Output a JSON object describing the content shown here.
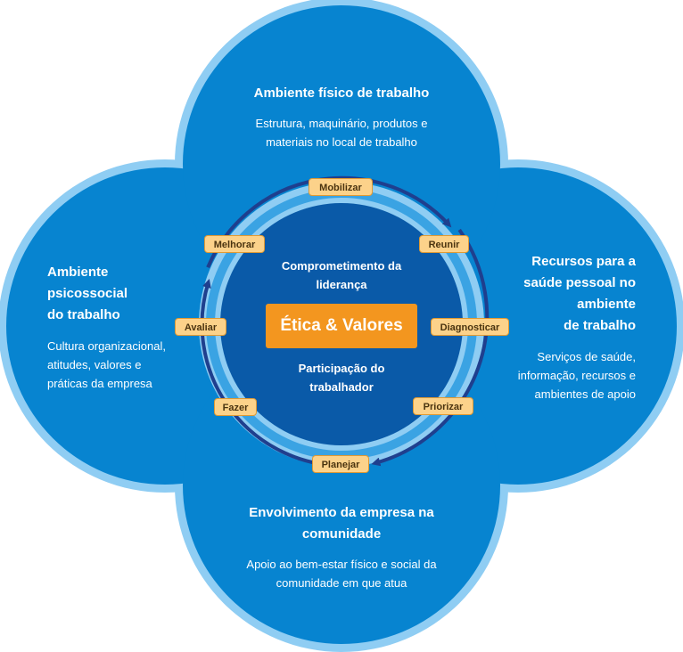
{
  "petals": {
    "top": {
      "title": "Ambiente físico de trabalho",
      "desc_lines": [
        "Estrutura, maquinário, produtos e",
        "materiais no local de trabalho"
      ]
    },
    "left": {
      "title_lines": [
        "Ambiente",
        "psicossocial",
        "do trabalho"
      ],
      "desc_lines": [
        "Cultura organizacional,",
        "atitudes, valores e",
        "práticas da empresa"
      ]
    },
    "right": {
      "title_lines": [
        "Recursos para a",
        "saúde pessoal no",
        "ambiente",
        "de trabalho"
      ],
      "desc_lines": [
        "Serviços de saúde,",
        "informação, recursos e",
        "ambientes de apoio"
      ]
    },
    "bottom": {
      "title_lines": [
        "Envolvimento da empresa na",
        "comunidade"
      ],
      "desc_lines": [
        "Apoio ao bem-estar físico e social da",
        "comunidade em que atua"
      ]
    }
  },
  "center": {
    "top_lines": [
      "Comprometimento da",
      "liderança"
    ],
    "core": "Ética & Valores",
    "bottom_lines": [
      "Participação do",
      "trabalhador"
    ]
  },
  "cycle_steps": {
    "mobilizar": "Mobilizar",
    "reunir": "Reunir",
    "diagnosticar": "Diagnosticar",
    "priorizar": "Priorizar",
    "planejar": "Planejar",
    "fazer": "Fazer",
    "avaliar": "Avaliar",
    "melhorar": "Melhorar"
  },
  "colors": {
    "petal_fill": "#0784d0",
    "petal_ring": "#8fcdf3",
    "inner_ring": "#3aa3e3",
    "inner_core": "#0a5aa8",
    "cycle_arrow": "#1f3f8e",
    "tag_fill": "#fcd28a",
    "tag_border": "#e09a33",
    "core_fill": "#f3961f"
  }
}
